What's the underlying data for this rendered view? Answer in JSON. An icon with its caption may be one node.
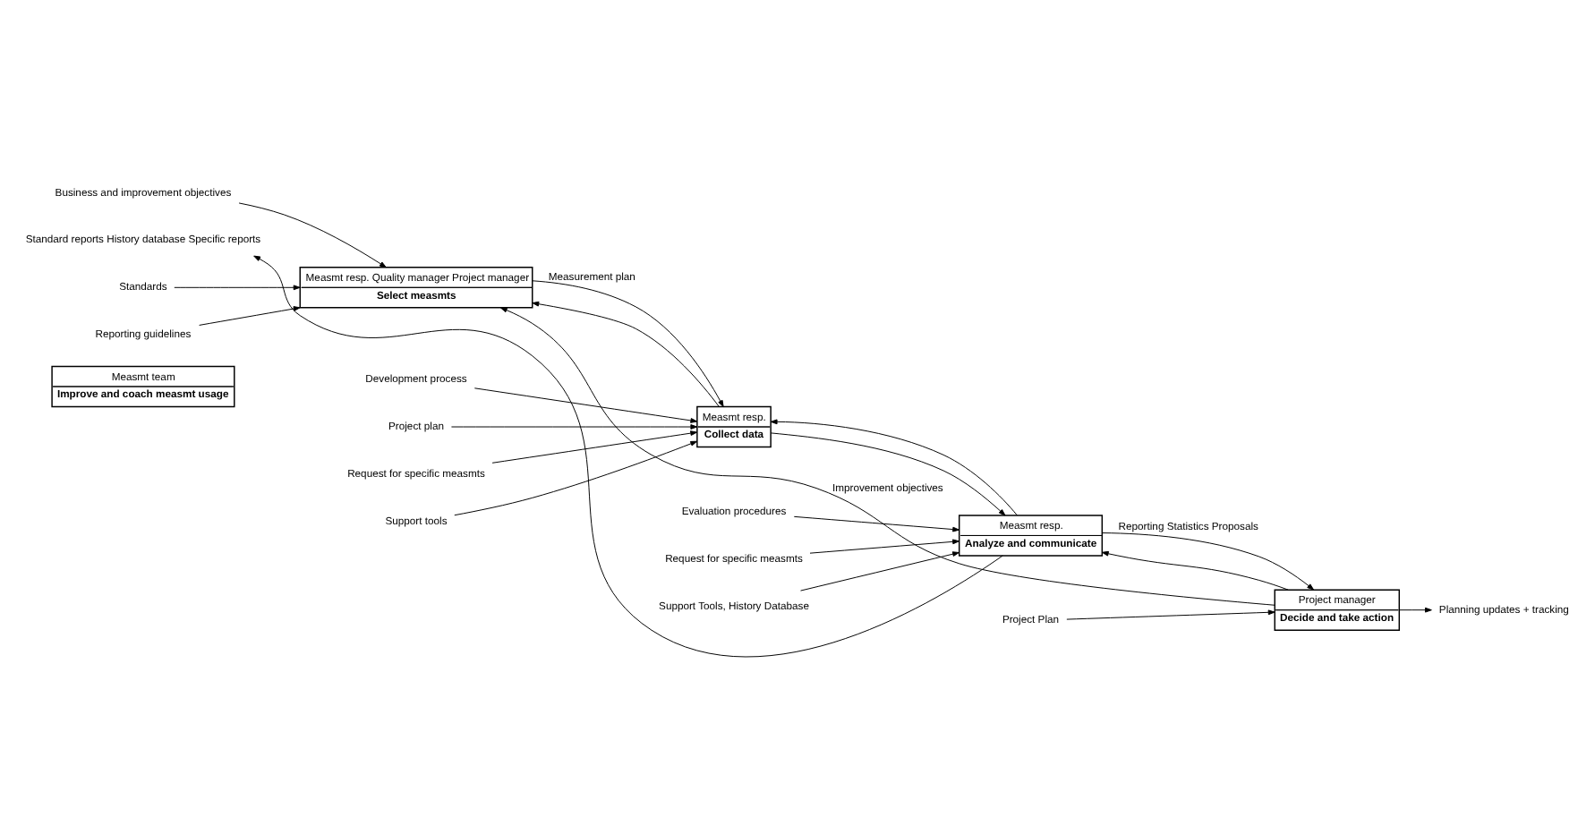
{
  "diagram": {
    "nodes": [
      {
        "text": [
          "Measmt team",
          "Improve and coach measmt usage"
        ]
      },
      {
        "text": [
          "Business and improvement objectives"
        ]
      },
      {
        "text": [
          "Standards"
        ]
      },
      {
        "text": [
          "Reporting guidelines"
        ]
      },
      {
        "text": [
          "Measmt resp. Quality manager Project manager",
          "Select measmts"
        ]
      },
      {
        "text": [
          "Development process"
        ]
      },
      {
        "text": [
          "Project plan"
        ]
      },
      {
        "text": [
          "Request for specific measmts"
        ]
      },
      {
        "text": [
          "Support tools"
        ]
      },
      {
        "text": [
          "Measmt resp.",
          "Collect data"
        ]
      },
      {
        "text": [
          "Evaluation procedures"
        ]
      },
      {
        "text": [
          "Standard reports History database Specific reports"
        ]
      },
      {
        "text": [
          "Request for specific measmts"
        ]
      },
      {
        "text": [
          "Support Tools, History Database"
        ]
      },
      {
        "text": [
          "Measmt resp.",
          "Analyze and communicate"
        ]
      },
      {
        "text": [
          "Project Plan"
        ]
      },
      {
        "text": [
          "Project manager",
          "Decide and take action"
        ]
      },
      {
        "text": [
          "Planning updates + tracking"
        ]
      }
    ],
    "edges": [
      {
        "from": 1,
        "to": 4,
        "arrow": "to"
      },
      {
        "from": 2,
        "to": 4,
        "arrow": "to"
      },
      {
        "from": 3,
        "to": 4,
        "arrow": "to"
      },
      {
        "from": 4,
        "to": 9,
        "arrow": "to",
        "label": "Measurement plan"
      },
      {
        "from": 9,
        "to": 4,
        "arrow": "to"
      },
      {
        "from": 5,
        "to": 9,
        "arrow": "to"
      },
      {
        "from": 6,
        "to": 9,
        "arrow": "to"
      },
      {
        "from": 7,
        "to": 9,
        "arrow": "to"
      },
      {
        "from": 8,
        "to": 9,
        "arrow": "to"
      },
      {
        "from": 9,
        "to": 14,
        "arrow": "to"
      },
      {
        "from": 10,
        "to": 14,
        "arrow": "to"
      },
      {
        "from": 14,
        "to": 11,
        "arrow": "to"
      },
      {
        "from": 14,
        "to": 9,
        "arrow": "to"
      },
      {
        "from": 12,
        "to": 14,
        "arrow": "to"
      },
      {
        "from": 13,
        "to": 14,
        "arrow": "to"
      },
      {
        "from": 14,
        "to": 16,
        "arrow": "to",
        "label": "Reporting Statistics Proposals"
      },
      {
        "from": 15,
        "to": 16,
        "arrow": "to"
      },
      {
        "from": 16,
        "to": 17,
        "arrow": "to"
      },
      {
        "from": 16,
        "to": 14,
        "arrow": "to"
      },
      {
        "from": 16,
        "to": 4,
        "arrow": "to",
        "label": "Improvement objectives"
      }
    ]
  }
}
